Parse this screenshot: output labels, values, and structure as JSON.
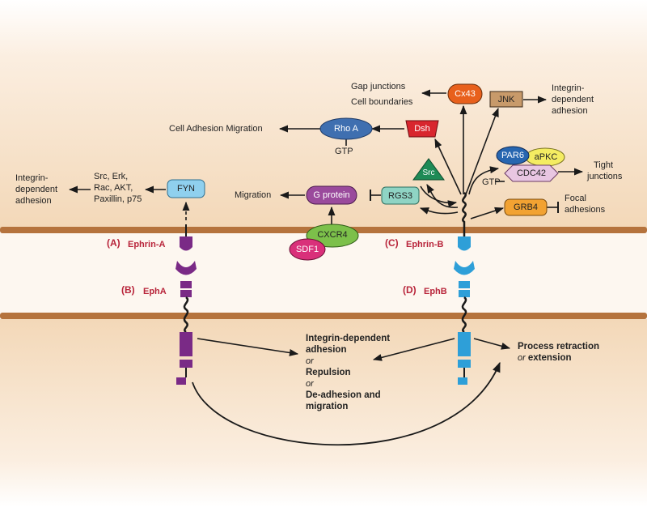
{
  "labels": {
    "gap_junctions": "Gap junctions",
    "cell_boundaries": "Cell boundaries",
    "integrin_top_right": [
      "Integrin-",
      "dependent",
      "adhesion"
    ],
    "cell_adhesion_migration": "Cell Adhesion Migration",
    "gtp_rhoa": "GTP",
    "integrin_left": [
      "Integrin-",
      "dependent",
      "adhesion"
    ],
    "src_list": [
      "Src, Erk,",
      "Rac, AKT,",
      "Paxillin, p75"
    ],
    "migration": "Migration",
    "tight_junctions": [
      "Tight",
      "junctions"
    ],
    "gtp_cdc42": "GTP",
    "focal_adhesions": [
      "Focal",
      "adhesions"
    ],
    "a_label": "(A)",
    "a_name": "Ephrin-A",
    "b_label": "(B)",
    "b_name": "EphA",
    "c_label": "(C)",
    "c_name": "Ephrin-B",
    "d_label": "(D)",
    "d_name": "EphB",
    "outcome_left": {
      "line1": "Integrin-dependent",
      "line2": "adhesion",
      "or1": "or",
      "line3": "Repulsion",
      "or2": "or",
      "line4": "De-adhesion and",
      "line5": "migration"
    },
    "outcome_right": {
      "line1": "Process retraction",
      "or": "or",
      "line2": "extension"
    }
  },
  "nodes": {
    "cx43": "Cx43",
    "jnk": "JNK",
    "rhoa": "Rho A",
    "dsh": "Dsh",
    "fyn": "FYN",
    "gprotein": "G protein",
    "rgs3": "RGS3",
    "src": "Src",
    "par6": "PAR6",
    "apkc": "aPKC",
    "cdc42": "CDC42",
    "grb4": "GRB4",
    "cxcr4": "CXCR4",
    "sdf1": "SDF1"
  },
  "colors": {
    "membrane": "#b5733d",
    "cytoplasm": "#f3dcc0",
    "epha_purple": "#7a2a86",
    "ephb_blue": "#2e9fd8",
    "label_red": "#b8243a",
    "cx43": "#e8601c",
    "jnk": "#c89a6a",
    "rhoa": "#3f6fb0",
    "dsh": "#d8262e",
    "fyn": "#8fd0ee",
    "gprotein": "#9a4a9c",
    "rgs3": "#8fd4c4",
    "src": "#1e8a56",
    "par6": "#2766b0",
    "apkc": "#f4ec62",
    "cdc42": "#e8c6e2",
    "grb4": "#f2a232",
    "cxcr4": "#7cc04a",
    "sdf1": "#d9307a"
  }
}
